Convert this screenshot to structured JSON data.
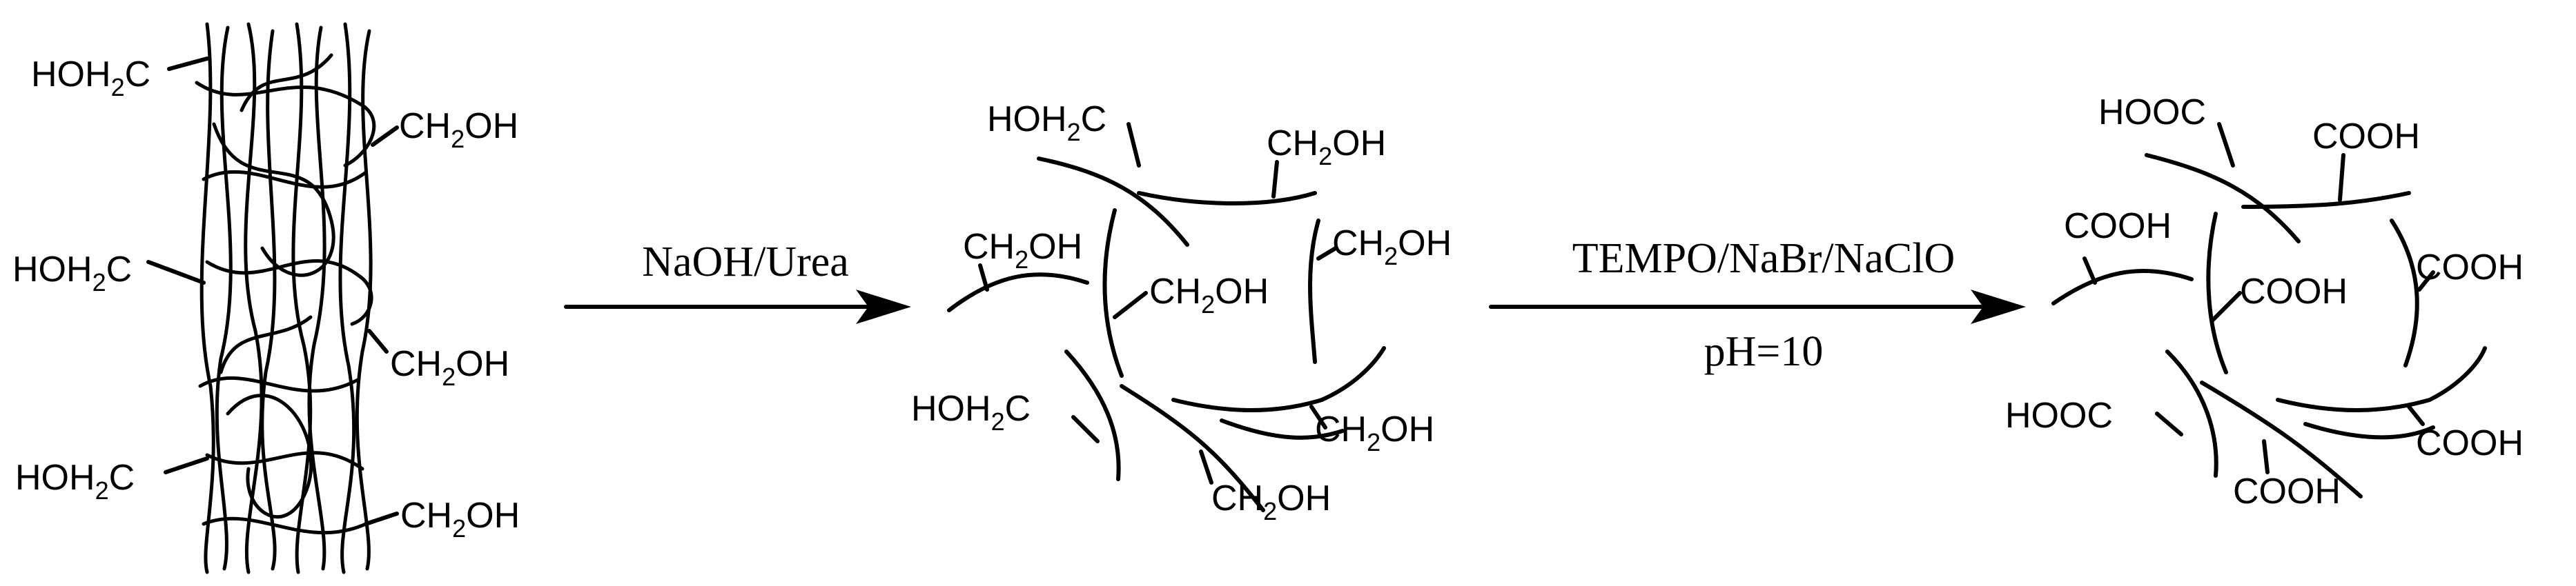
{
  "step1": {
    "reagents": "NaOH/Urea"
  },
  "step2": {
    "reagents": "TEMPO/NaBr/NaClO",
    "condition": "pH=10"
  },
  "bundle": {
    "left_groups": [
      "HOH2C",
      "HOH2C",
      "HOH2C"
    ],
    "right_groups": [
      "CH2OH",
      "CH2OH",
      "CH2OH"
    ]
  },
  "dispersed": {
    "labels": [
      "HOH2C",
      "CH2OH",
      "CH2OH",
      "CH2OH",
      "CH2OH",
      "HOH2C",
      "CH2OH",
      "CH2OH"
    ]
  },
  "oxidized": {
    "labels": [
      "HOOC",
      "COOH",
      "COOH",
      "COOH",
      "COOH",
      "HOOC",
      "COOH",
      "COOH"
    ]
  }
}
